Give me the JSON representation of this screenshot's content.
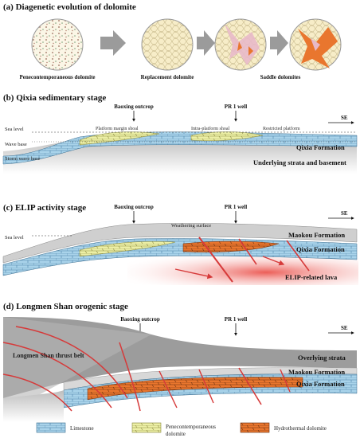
{
  "panel_a": {
    "title": "(a)  Diagenetic evolution of dolomite",
    "label_1": "Penecontemporaneous dolomite",
    "label_2": "Replacement dolomite",
    "label_3": "Saddle dolomites"
  },
  "panel_b": {
    "title": "(b)  Qixia sedimentary stage",
    "well_1": "Baoxing outcrop",
    "well_2": "PR 1 well",
    "direction": "SE",
    "sea_level": "Sea level",
    "wave_base": "Wave base",
    "storm_wave_base": "Storm wave base",
    "facies_1": "Platform margin shoal",
    "facies_2": "Intra-platform shoal",
    "facies_3": "Restricted platform",
    "formation": "Qixia Formation",
    "underlying": "Underlying strata and basement"
  },
  "panel_c": {
    "title": "(c)  ELIP activity stage",
    "well_1": "Baoxing outcrop",
    "well_2": "PR 1 well",
    "direction": "SE",
    "sea_level": "Sea level",
    "surface": "Weathering surface",
    "formation_upper": "Maokou Formation",
    "formation": "Qixia Formation",
    "lava": "ELIP-related lava"
  },
  "panel_d": {
    "title": "(d)  Longmen Shan orogenic stage",
    "well_1": "Baoxing outcrop",
    "well_2": "PR 1 well",
    "direction": "SE",
    "thrust_belt": "Longmen Shan thrust belt",
    "overlying": "Overlying strata",
    "formation_upper": "Maokou Formation",
    "formation": "Qixia Formation"
  },
  "legend": {
    "item_1": "Limestone",
    "item_2_line1": "Penecontemporaneous",
    "item_2_line2": "dolomite",
    "item_3": "Hydrothermal dolomite"
  },
  "colors": {
    "limestone": "#a9d3ea",
    "pene_dolomite": "#ecefa6",
    "hydro_dolomite": "#e9762e",
    "fault": "#d63a3a",
    "strata_gray": "#c9c9c9"
  }
}
